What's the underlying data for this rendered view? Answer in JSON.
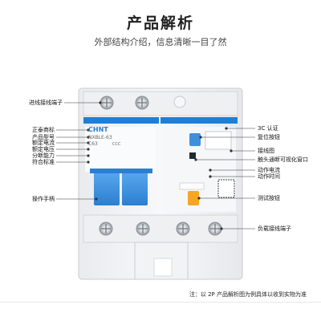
{
  "header": {
    "title": "产品解析",
    "subtitle": "外部结构介绍，信息清晰一目了然"
  },
  "brand": {
    "logo_text": "CHNT",
    "model_text": "NXBLE-63",
    "rating_text": "C63",
    "cert_text": "CCC",
    "accent_color": "#1f7fd6"
  },
  "labels_left": [
    "进线接线端子",
    "正泰商标",
    "产品型号",
    "额定电流",
    "额定电压",
    "分断能力",
    "符合标准",
    "操作手柄"
  ],
  "labels_right": [
    "3C 认证",
    "复位按钮",
    "接线图",
    "触头通断可视化窗口",
    "动作电流",
    "动作时间",
    "测试按钮",
    "负载接线端子"
  ],
  "footnote": "注：以 2P 产品解析图为例具体以收到实物为准"
}
